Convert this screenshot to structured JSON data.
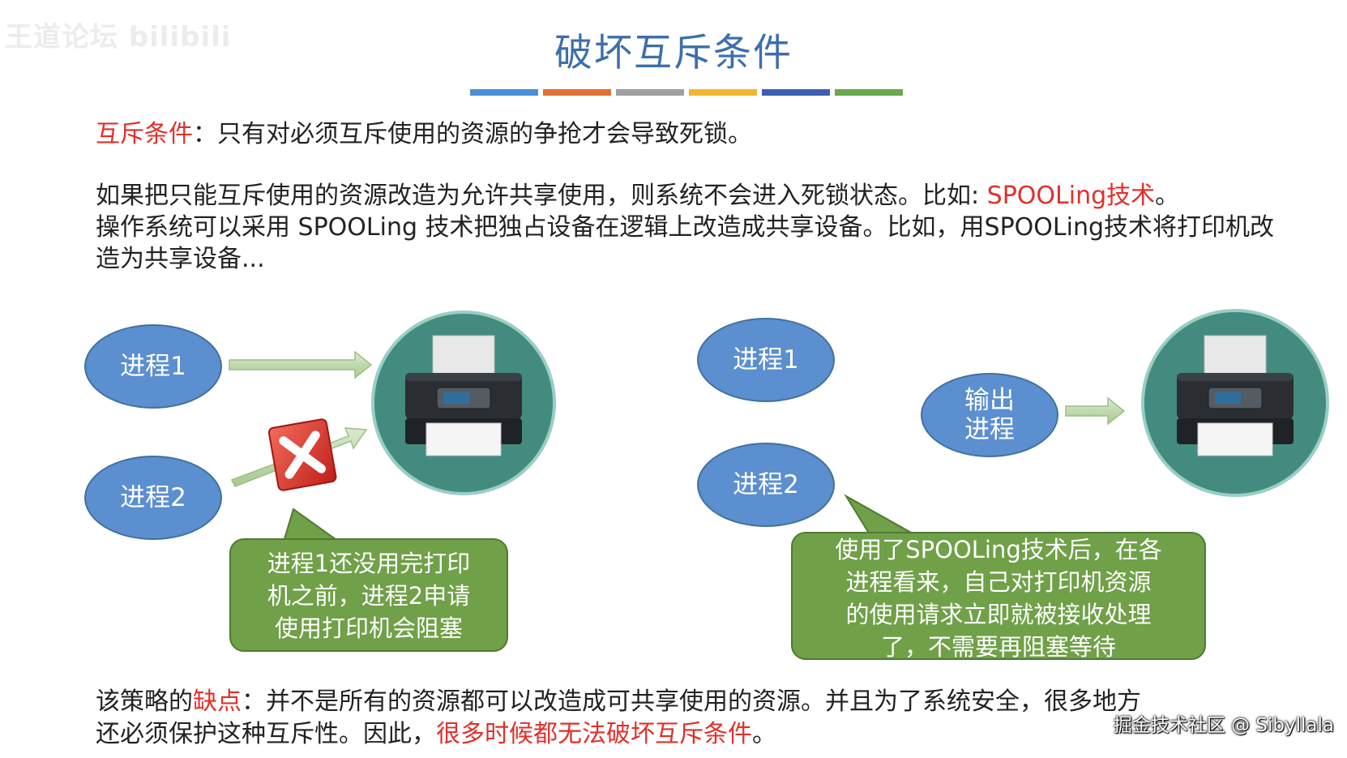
{
  "watermark": "王道论坛 bilibili",
  "credit": "掘金技术社区 @ Sibyllala",
  "title": "破坏互斥条件",
  "color_bar": [
    "#4a90d9",
    "#e07035",
    "#a0a0a0",
    "#f0b830",
    "#3d5fb0",
    "#6aa84f"
  ],
  "intro": {
    "term": "互斥条件",
    "text": "：只有对必须互斥使用的资源的争抢才会导致死锁。"
  },
  "para2": {
    "line1_text": "如果把只能互斥使用的资源改造为允许共享使用，则系统不会进入死锁状态。比如: ",
    "line1_highlight": "SPOOLing技术",
    "line1_end": "。",
    "rest": "操作系统可以采用 SPOOLing 技术把独占设备在逻辑上改造成共享设备。比如，用SPOOLing技术将打印机改造为共享设备..."
  },
  "left": {
    "process1": "进程1",
    "process2": "进程2",
    "bubble": [
      "进程1还没用完打印",
      "机之前，进程2申请",
      "使用打印机会阻塞"
    ]
  },
  "right": {
    "process1": "进程1",
    "process2": "进程2",
    "output_process": [
      "输出",
      "进程"
    ],
    "bubble": [
      "使用了SPOOLing技术后，在各",
      "进程看来，自己对打印机资源",
      "的使用请求立即就被接收处理",
      "了，不需要再阻塞等待"
    ]
  },
  "conclusion": {
    "prefix": "该策略的",
    "term": "缺点",
    "text1": "：并不是所有的资源都可以改造成可共享使用的资源。并且为了系统安全，很多地方",
    "text2": "还必须保护这种互斥性。因此，",
    "highlight": "很多时候都无法破坏互斥条件",
    "end": "。"
  },
  "icons": [
    "printer-icon",
    "error-x-icon",
    "mouse-cursor-icon"
  ]
}
